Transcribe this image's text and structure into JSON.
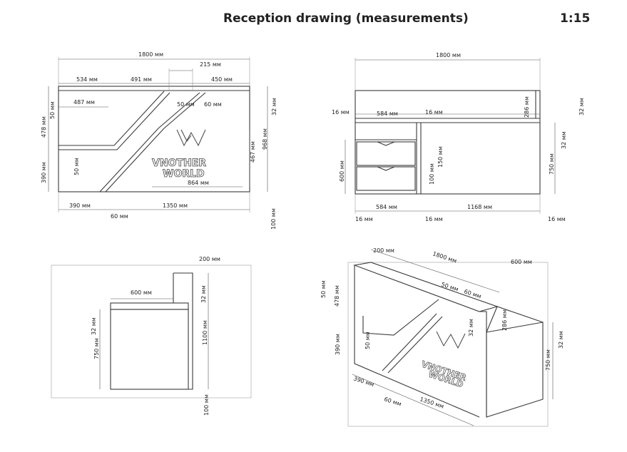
{
  "header": {
    "title": "Reception drawing (measurements)",
    "scale": "1:15"
  },
  "logo": {
    "line1": "VNOTHER",
    "line2": "WORLD"
  },
  "front_view": {
    "d_1800": "1800 мм",
    "d_215": "215 мм",
    "d_534": "534 мм",
    "d_491": "491 мм",
    "d_450": "450 мм",
    "d_487": "487 мм",
    "d_50a": "50 мм",
    "d_60a": "60 мм",
    "d_50b": "50 мм",
    "d_478": "478 мм",
    "d_390v": "390 мм",
    "d_50c": "50 мм",
    "d_32": "32 мм",
    "d_968": "968 мм",
    "d_467": "467 мм",
    "d_864": "864 мм",
    "d_390h": "390 мм",
    "d_1350": "1350 мм",
    "d_60b": "60 мм",
    "d_100": "100 мм"
  },
  "back_view": {
    "d_1800": "1800 мм",
    "d_16a": "16 мм",
    "d_584a": "584 мм",
    "d_16b": "16 мм",
    "d_286": "286 мм",
    "d_32a": "32 мм",
    "d_32b": "32 мм",
    "d_150": "150 мм",
    "d_750": "750 мм",
    "d_600": "600 мм",
    "d_100": "100 мм",
    "d_584b": "584 мм",
    "d_1168": "1168 мм",
    "d_16c": "16 мм",
    "d_16d": "16 мм",
    "d_16e": "16 мм"
  },
  "side_view": {
    "d_200": "200 мм",
    "d_600": "600 мм",
    "d_32a": "32 мм",
    "d_32b": "32 мм",
    "d_750": "750 мм",
    "d_1100": "1100 мм",
    "d_100": "100 мм"
  },
  "iso_view": {
    "d_200": "200 мм",
    "d_1800": "1800 мм",
    "d_600": "600 мм",
    "d_50a": "50 мм",
    "d_50b": "50 мм",
    "d_60": "60 мм",
    "d_478": "478 мм",
    "d_286": "286 мм",
    "d_32a": "32 мм",
    "d_32b": "32 мм",
    "d_390": "390 мм",
    "d_50c": "50 мм",
    "d_750": "750 мм",
    "d_390b": "390 мм",
    "d_60b": "60 мм",
    "d_1350": "1350 мм"
  }
}
